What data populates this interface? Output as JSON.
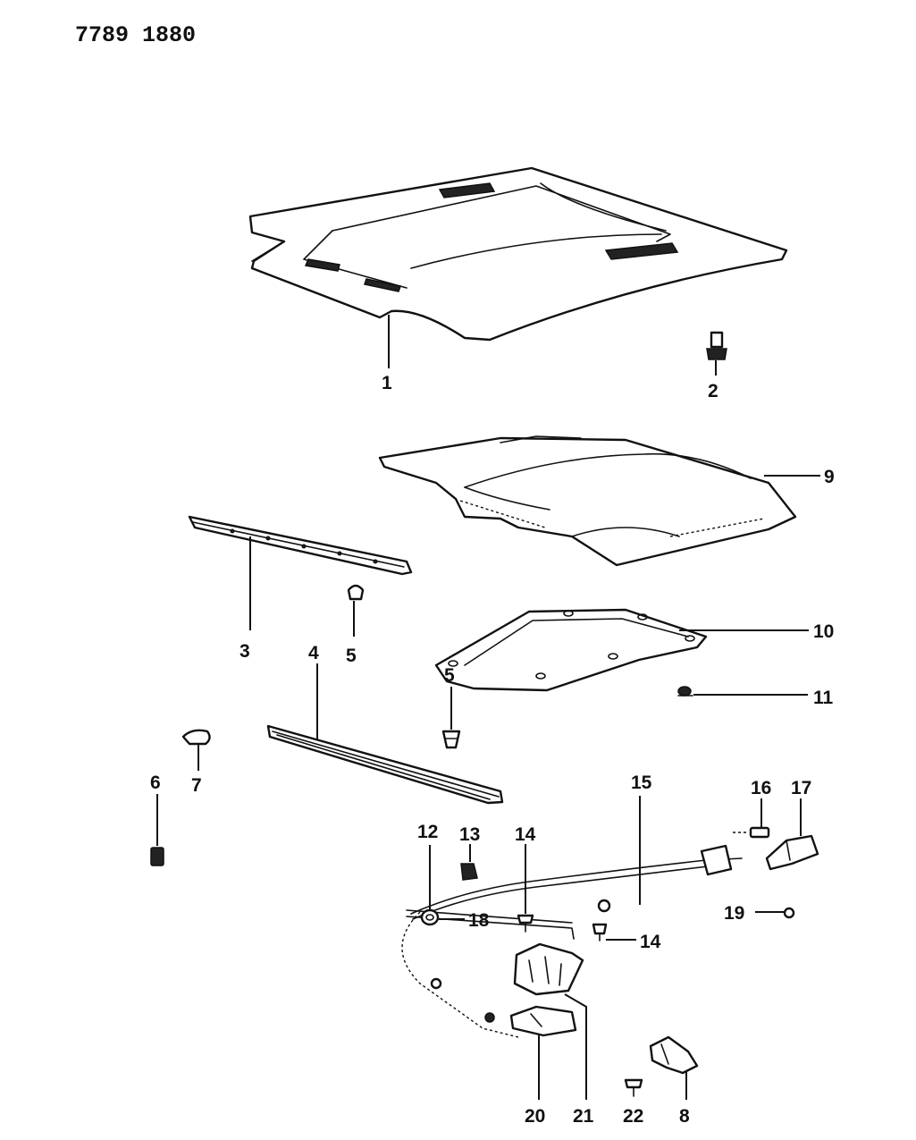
{
  "diagram_code": "7789 1880",
  "callouts": {
    "c1": "1",
    "c2": "2",
    "c3": "3",
    "c4": "4",
    "c5a": "5",
    "c5b": "5",
    "c6": "6",
    "c7": "7",
    "c8": "8",
    "c9": "9",
    "c10": "10",
    "c11": "11",
    "c12": "12",
    "c13": "13",
    "c14a": "14",
    "c14b": "14",
    "c15": "15",
    "c16": "16",
    "c17": "17",
    "c18": "18",
    "c19": "19",
    "c20": "20",
    "c21": "21",
    "c22": "22"
  },
  "colors": {
    "ink": "#111111",
    "paper": "#ffffff"
  }
}
